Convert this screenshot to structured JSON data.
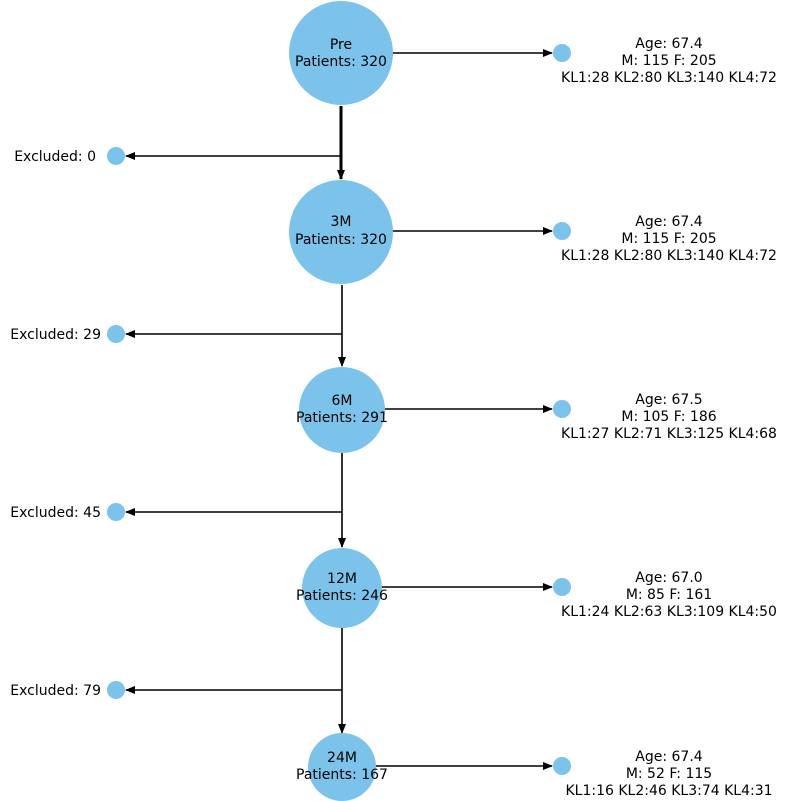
{
  "colors": {
    "node": "#7cc3eb",
    "line": "#000000",
    "text": "#000000"
  },
  "stages": [
    {
      "name": "Pre",
      "patients_label": "Patients: 320",
      "patients": 320,
      "demographics": {
        "age": "Age: 67.4",
        "sex": "M: 115 F: 205",
        "kl": "KL1:28 KL2:80 KL3:140 KL4:72"
      }
    },
    {
      "name": "3M",
      "patients_label": "Patients: 320",
      "patients": 320,
      "demographics": {
        "age": "Age: 67.4",
        "sex": "M: 115 F: 205",
        "kl": "KL1:28 KL2:80 KL3:140 KL4:72"
      }
    },
    {
      "name": "6M",
      "patients_label": "Patients: 291",
      "patients": 291,
      "demographics": {
        "age": "Age: 67.5",
        "sex": "M: 105 F: 186",
        "kl": "KL1:27 KL2:71 KL3:125 KL4:68"
      }
    },
    {
      "name": "12M",
      "patients_label": "Patients: 246",
      "patients": 246,
      "demographics": {
        "age": "Age: 67.0",
        "sex": "M: 85 F: 161",
        "kl": "KL1:24 KL2:63 KL3:109 KL4:50"
      }
    },
    {
      "name": "24M",
      "patients_label": "Patients: 167",
      "patients": 167,
      "demographics": {
        "age": "Age: 67.4",
        "sex": "M: 52 F: 115",
        "kl": "KL1:16 KL2:46 KL3:74 KL4:31"
      }
    }
  ],
  "exclusions": [
    {
      "label": "Excluded: 0",
      "count": 0
    },
    {
      "label": "Excluded: 29",
      "count": 29
    },
    {
      "label": "Excluded: 45",
      "count": 45
    },
    {
      "label": "Excluded: 79",
      "count": 79
    }
  ]
}
